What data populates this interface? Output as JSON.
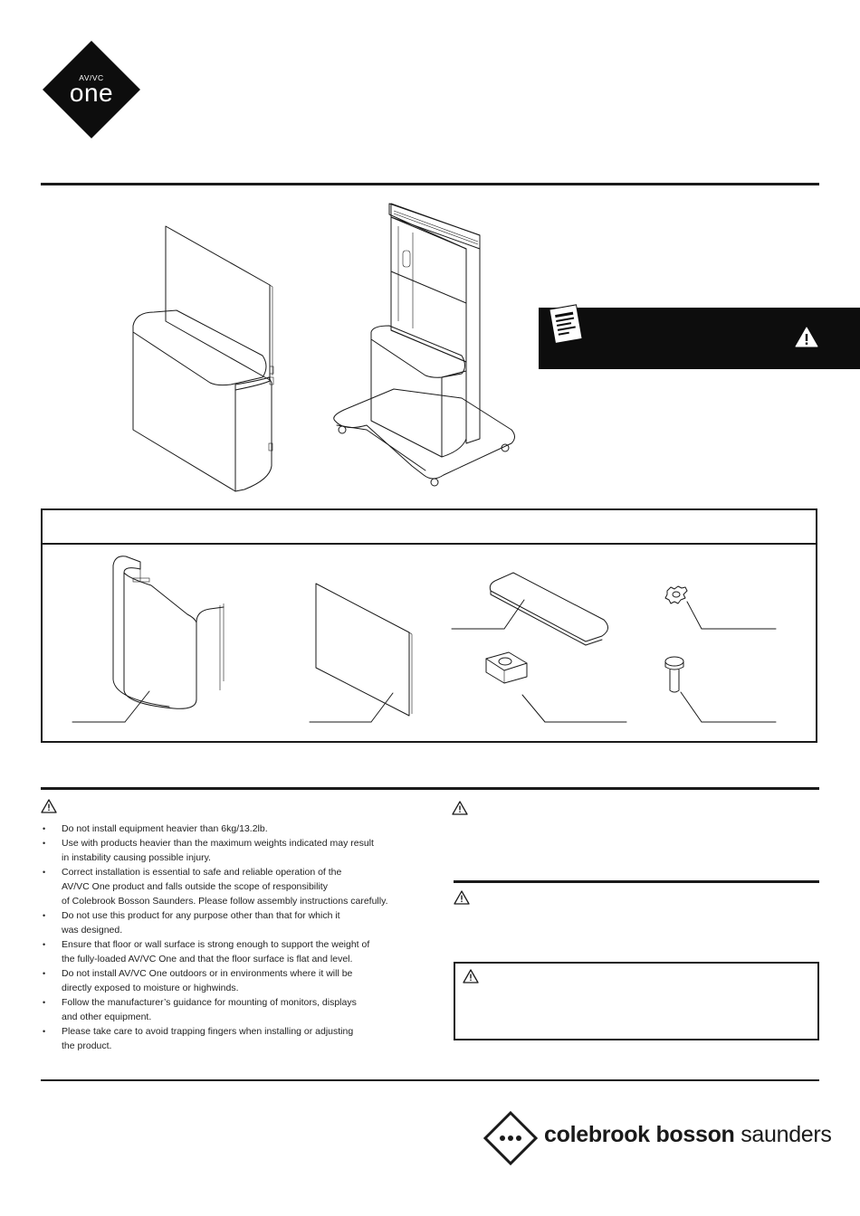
{
  "logo": {
    "small_text": "AV/VC",
    "large_text": "one"
  },
  "safety_warnings": [
    "Do not install equipment heavier than 6kg/13.2lb.",
    "Use with products heavier than the maximum weights indicated may result in instability causing possible injury.",
    "Correct installation is essential to safe and reliable operation of the AV/VC One product and falls outside the scope of responsibility of Colebrook Bosson Saunders. Please follow assembly instructions carefully.",
    "Do not use this product for any purpose other than that for which it was designed.",
    "Ensure that floor or wall surface is strong enough to support the weight of the fully-loaded AV/VC One and that the floor surface is flat and level.",
    "Do not install AV/VC One outdoors or in environments where it will be directly exposed to moisture or highwinds.",
    "Follow the manufacturer’s guidance for mounting of monitors, displays and other equipment.",
    "Please take care to avoid trapping fingers when installing or adjusting the product."
  ],
  "warning_lines": [
    [
      "Do not install equipment heavier than 6kg/13.2lb."
    ],
    [
      "Use with products heavier than the maximum weights indicated may result",
      "in instability causing possible injury."
    ],
    [
      "Correct installation is essential to safe and reliable operation of the",
      "AV/VC One product and falls outside the scope of responsibility",
      "of Colebrook Bosson Saunders. Please follow assembly instructions carefully."
    ],
    [
      "Do not use this product for any purpose other than that for which it",
      "was designed."
    ],
    [
      "Ensure that floor or wall surface is strong enough to support the weight of",
      "the fully-loaded AV/VC One and that the floor surface is flat and level."
    ],
    [
      "Do not install AV/VC One outdoors or in environments where it will be",
      "directly exposed to moisture or highwinds."
    ],
    [
      "Follow the manufacturer’s guidance for mounting of monitors, displays",
      "and other equipment."
    ],
    [
      "Please take care to avoid trapping fingers when installing or adjusting",
      "the product."
    ]
  ],
  "brand": {
    "part1": "colebrook",
    "part2": "bosson",
    "part3": "saunders"
  },
  "icons": {
    "logo": "av-vc-one-diamond-logo",
    "document": "document-icon",
    "warning": "warning-triangle-icon",
    "brand": "colebrook-bosson-saunders-logo"
  },
  "colors": {
    "ink": "#1a1a1a",
    "banner": "#0d0d0d",
    "paper": "#ffffff"
  }
}
